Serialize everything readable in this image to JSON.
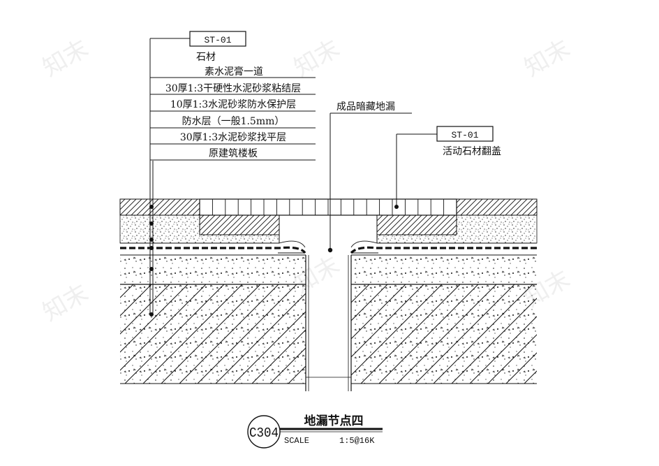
{
  "drawing": {
    "left_labels": {
      "tag": "ST-01",
      "lines": [
        "石材",
        "素水泥膏一道",
        "30厚1:3干硬性水泥砂浆粘结层",
        "10厚1:3水泥砂浆防水保护层",
        "防水层（一般1.5mm）",
        "30厚1:3水泥砂浆找平层",
        "原建筑楼板"
      ]
    },
    "center_label": "成品暗藏地漏",
    "right_labels": {
      "tag": "ST-01",
      "text": "活动石材翻盖"
    },
    "title_block": {
      "code": "C304",
      "title": "地漏节点四",
      "scale_label": "SCALE",
      "scale_value": "1:5@16K"
    },
    "watermark_text": "知末"
  }
}
